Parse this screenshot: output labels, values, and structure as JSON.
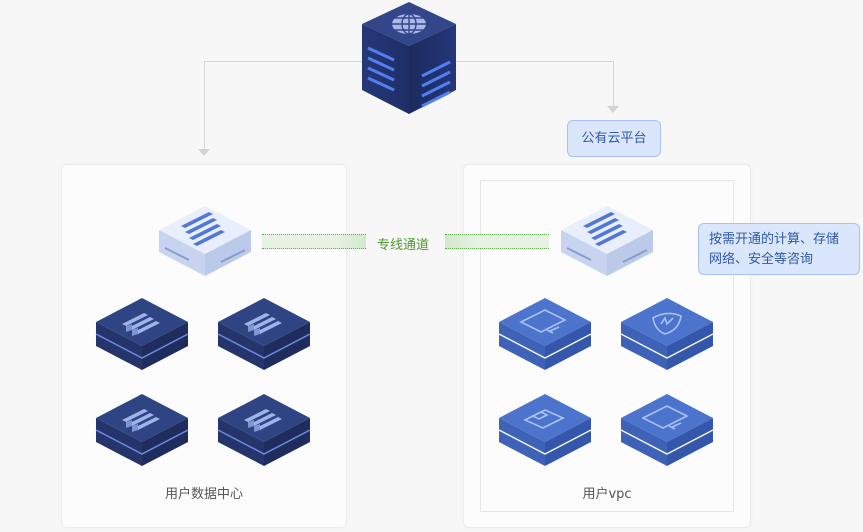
{
  "top_node": {
    "icon": "globe-server-icon",
    "label": ""
  },
  "public_cloud": {
    "label": "公有云平台"
  },
  "tunnel": {
    "label": "专线通道"
  },
  "tooltip": {
    "line1": "按需开通的计算、存储",
    "line2": "网络、安全等咨询"
  },
  "left_panel": {
    "caption": "用户数据中心",
    "switch_icon": "network-switch-icon",
    "nodes": [
      {
        "icon": "server-rack-icon"
      },
      {
        "icon": "server-rack-icon"
      },
      {
        "icon": "server-rack-icon"
      },
      {
        "icon": "server-rack-icon"
      }
    ]
  },
  "right_panel": {
    "caption": "用户vpc",
    "switch_icon": "network-switch-icon",
    "nodes": [
      {
        "icon": "monitor-icon"
      },
      {
        "icon": "shield-icon"
      },
      {
        "icon": "wallet-icon"
      },
      {
        "icon": "monitor-icon"
      }
    ]
  },
  "colors": {
    "dark_node": "#2b3d7a",
    "blue_node": "#4a72c8",
    "light_node": "#dbe4f7",
    "tunnel_green": "#4f9a2e",
    "label_bg": "#d9e6fb",
    "label_text": "#2e5aa8"
  }
}
